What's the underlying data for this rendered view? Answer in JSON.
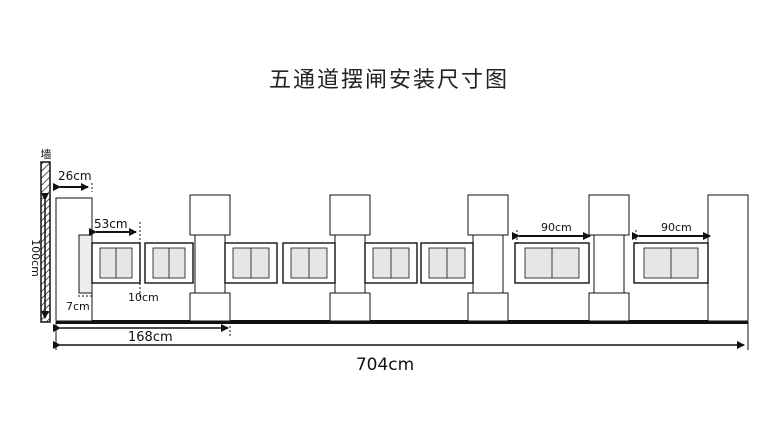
{
  "title": "五通道摆闸安装尺寸图",
  "wall_label": "墙",
  "dims": {
    "wall_gap": "26cm",
    "height": "100cm",
    "wing": "53cm",
    "post_gap": "10cm",
    "base": "7cm",
    "lane_a": "90cm",
    "lane_b": "90cm",
    "partial": "168cm",
    "total": "704cm"
  },
  "colors": {
    "line": "#111111",
    "box_fill": "#eeeeee",
    "floor": "#111111"
  }
}
